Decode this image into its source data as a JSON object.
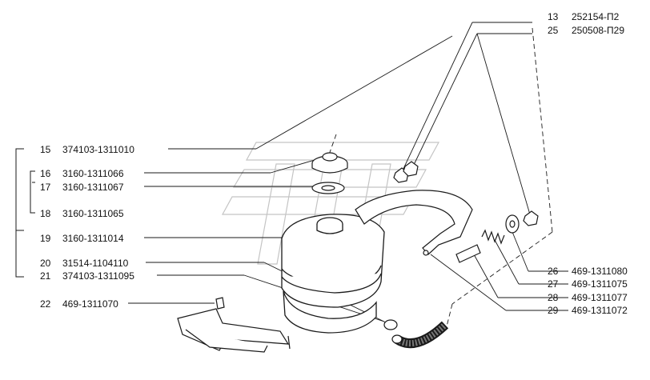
{
  "callouts": [
    {
      "num": "13",
      "code": "252154-П2"
    },
    {
      "num": "25",
      "code": "250508-П29"
    },
    {
      "num": "15",
      "code": "374103-1311010"
    },
    {
      "num": "16",
      "code": "3160-1311066"
    },
    {
      "num": "17",
      "code": "3160-1311067"
    },
    {
      "num": "18",
      "code": "3160-1311065"
    },
    {
      "num": "19",
      "code": "3160-1311014"
    },
    {
      "num": "20",
      "code": "31514-1104110"
    },
    {
      "num": "21",
      "code": "374103-1311095"
    },
    {
      "num": "22",
      "code": "469-1311070"
    },
    {
      "num": "26",
      "code": "469-1311080"
    },
    {
      "num": "27",
      "code": "469-1311075"
    },
    {
      "num": "28",
      "code": "469-1311077"
    },
    {
      "num": "29",
      "code": "469-1311072"
    }
  ],
  "colors": {
    "ink": "#1a1a1a",
    "watermark": "#bdbdbd"
  }
}
